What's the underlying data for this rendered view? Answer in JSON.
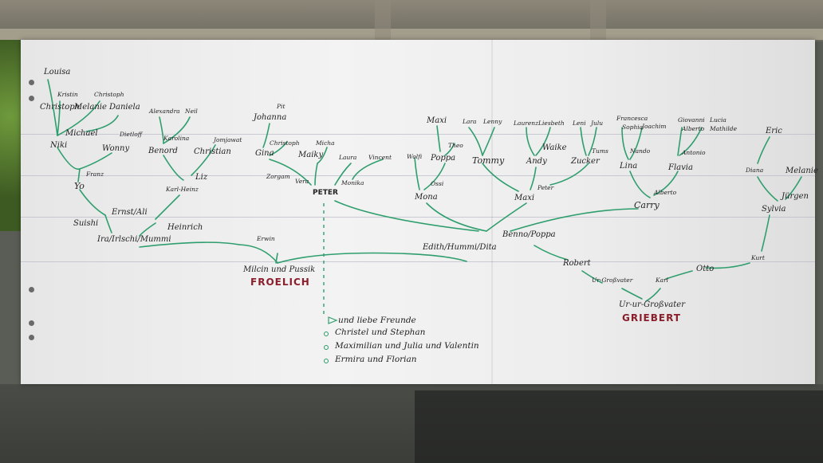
{
  "colors": {
    "line": "#2f9e6e",
    "surname": "#8a1e2a",
    "ink": "#222222",
    "paper": "#efefef"
  },
  "left_family": {
    "louisa": "Louisa",
    "kristin": "Kristin",
    "christoph_top": "Christoph",
    "christoph": "Christoph",
    "melanie": "Melanie",
    "daniela": "Daniela",
    "michael": "Michael",
    "niki": "Niki",
    "detlef": "Dietloff",
    "wonny": "Wonny",
    "alexandra": "Alexandra",
    "neil": "Neil",
    "karolina": "Karolina",
    "benord": "Benord",
    "jomjawat": "Jomjawat",
    "christian": "Christian",
    "franz": "Franz",
    "liz": "Liz",
    "yo": "Yo",
    "karl_heinz": "Karl-Heinz",
    "ernst_ali": "Ernst/Ali",
    "suishi": "Suishi",
    "heinrich": "Heinrich",
    "ira": "Ira/Irlschi/Mummi",
    "erwin": "Erwin",
    "milcin": "Milcin und Pussik",
    "surname": "FROELICH"
  },
  "middle_family": {
    "pit": "Pit",
    "johanna": "Johanna",
    "christoph": "Christoph",
    "micha": "Micha",
    "gina": "Gina",
    "maiky": "Maiky",
    "laura": "Laura",
    "vincent": "Vincent",
    "zorgam": "Zorgam",
    "vera": "Vera",
    "peter": "PETER",
    "monika": "Monika"
  },
  "right_family": {
    "maxi_top": "Maxi",
    "theo": "Theo",
    "wolfi": "Wolfi",
    "poppa_top": "Poppa",
    "ossi": "Ossi",
    "mona": "Mona",
    "lara": "Lara",
    "lenny": "Lenny",
    "tommy": "Tommy",
    "laurenz": "Laurenz",
    "liesbeth": "Liesbeth",
    "waike": "Waike",
    "andy": "Andy",
    "leni": "Leni",
    "julu": "Julu",
    "tums": "Tums",
    "zucker": "Zucker",
    "peter": "Peter",
    "maxi": "Maxi",
    "francesca": "Francesca",
    "sophia": "Sophia",
    "joachim": "Joachim",
    "nando": "Nando",
    "giovanni": "Giovanni",
    "lucia": "Lucia",
    "alberto_top": "Alberto",
    "mathilde": "Mathilde",
    "antonio": "Antonio",
    "lina": "Lina",
    "flavia": "Flavia",
    "alberto": "Alberto",
    "carry": "Carry",
    "eric": "Eric",
    "diana": "Diana",
    "melanie": "Melanie",
    "juergen": "Jürgen",
    "sylvia": "Sylvia",
    "edith": "Edith/Hummi/Dita",
    "benno": "Benno/Poppa",
    "kurt": "Kurt",
    "otto": "Otto",
    "robert": "Robert",
    "karl": "Karl",
    "ur_grossvater": "Ur-Großvater",
    "urur_grossvater": "Ur-ur-Großvater",
    "surname": "GRIEBERT"
  },
  "friends": {
    "header": "und liebe Freunde",
    "items": [
      "Christel und Stephan",
      "Maximilian und Julia und Valentin",
      "Ermira und Florian"
    ]
  }
}
